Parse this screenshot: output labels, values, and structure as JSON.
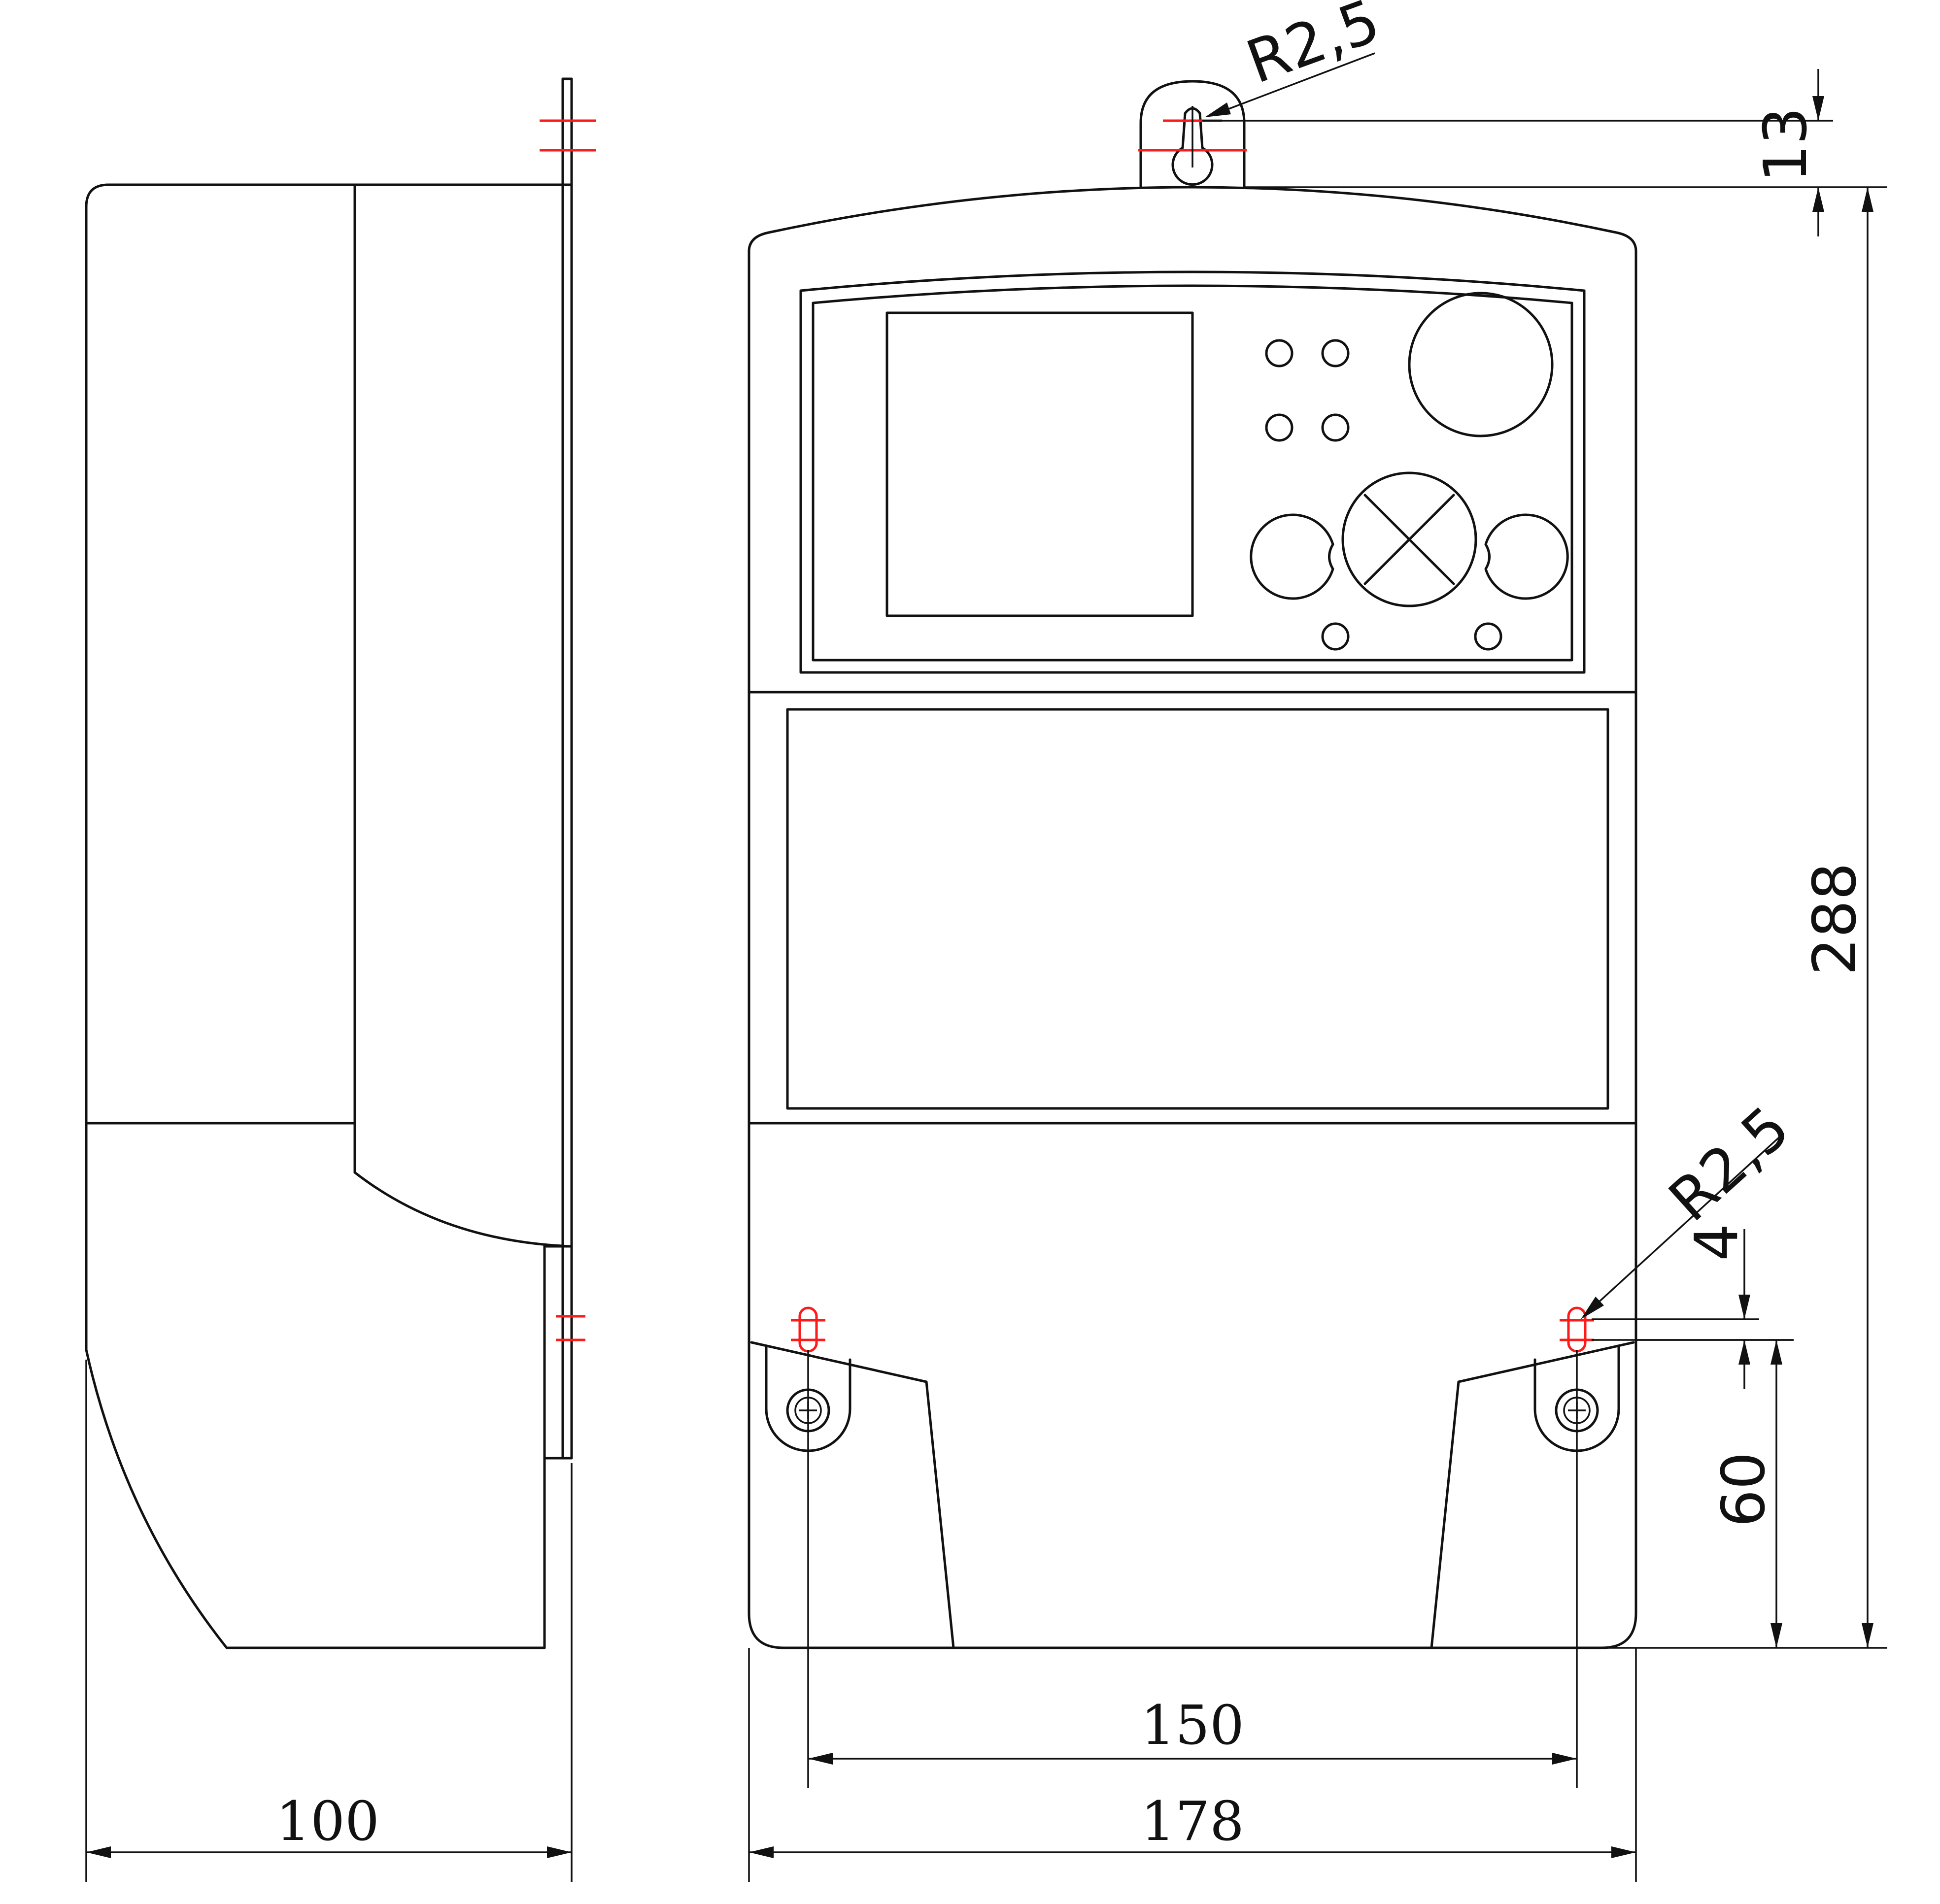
{
  "dimensions": {
    "side_depth": "100",
    "front_width": "178",
    "mount_spacing": "150",
    "height": "288",
    "hanger_offset": "13",
    "lower_holes_height": "60",
    "slot_length": "4",
    "hanger_radius": "R2,5",
    "slot_radius": "R2,5"
  },
  "colors": {
    "line": "#111111",
    "centerline": "#ff1a1a",
    "background": "#ffffff"
  }
}
